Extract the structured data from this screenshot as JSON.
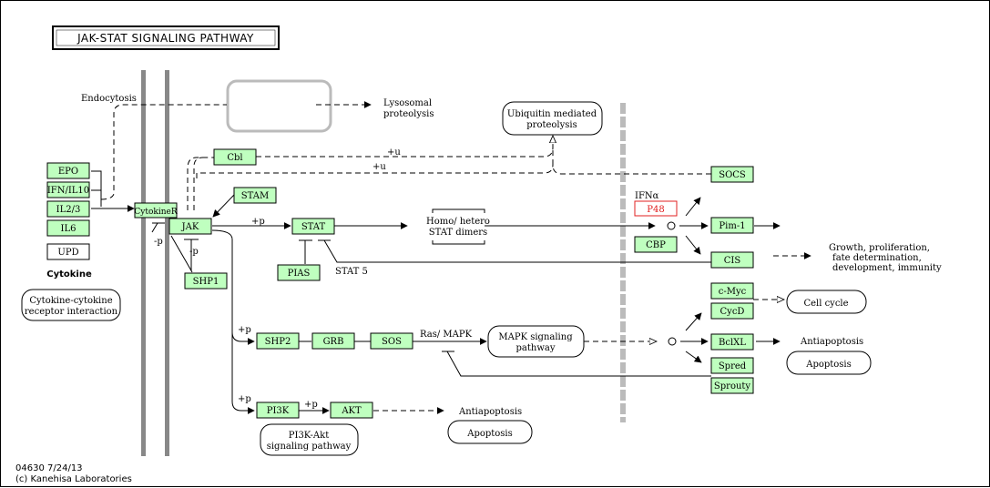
{
  "title": "JAK-STAT SIGNALING PATHWAY",
  "footer": {
    "id_date": "04630 7/24/13",
    "copyright": "(c) Kanehisa Laboratories"
  },
  "genes": {
    "epo": "EPO",
    "ifn_il10": "IFN/IL10",
    "il23": "IL2/3",
    "il6": "IL6",
    "upd": "UPD",
    "cytokine_r": "CytokineR",
    "jak": "JAK",
    "cbl": "Cbl",
    "stam": "STAM",
    "shp1": "SHP1",
    "stat": "STAT",
    "pias": "PIAS",
    "shp2": "SHP2",
    "grb": "GRB",
    "sos": "SOS",
    "pi3k": "PI3K",
    "akt": "AKT",
    "p48": "P48",
    "cbp": "CBP",
    "socs": "SOCS",
    "pim1": "Pim-1",
    "cis": "CIS",
    "cmyc": "c-Myc",
    "cycd": "CycD",
    "bclxl": "BclXL",
    "spred": "Spred",
    "sprouty": "Sprouty"
  },
  "labels": {
    "cytokine": "Cytokine",
    "endocytosis": "Endocytosis",
    "lysosomal_1": "Lysosomal",
    "lysosomal_2": "proteolysis",
    "plus_u_1": "+u",
    "plus_u_2": "+u",
    "p_jak": "+p",
    "minus_p_1": "-p",
    "minus_p_2": "-p",
    "homo_1": "Homo/ hetero",
    "homo_2": "STAT dimers",
    "stat5": "STAT 5",
    "ifna": "IFNα",
    "growth_1": "Growth, proliferation,",
    "growth_2": "fate determination,",
    "growth_3": "development, immunity",
    "ras_mapk": "Ras/ MAPK",
    "p_shp2": "+p",
    "p_pi3k": "+p",
    "p_akt": "+p",
    "antiapoptosis_1": "Antiapoptosis",
    "antiapoptosis_2": "Antiapoptosis"
  },
  "maps": {
    "cytokine_receptor_1": "Cytokine-cytokine",
    "cytokine_receptor_2": "receptor interaction",
    "ubiquitin_1": "Ubiquitin mediated",
    "ubiquitin_2": "proteolysis",
    "mapk_1": "MAPK signaling",
    "mapk_2": "pathway",
    "pi3k_akt_1": "PI3K-Akt",
    "pi3k_akt_2": "signaling pathway",
    "cell_cycle": "Cell cycle",
    "apoptosis_1": "Apoptosis",
    "apoptosis_2": "Apoptosis"
  },
  "colors": {
    "gene_fill": "#bfffbf",
    "highlight": "#e02020",
    "membrane": "#888888",
    "nucleus_membrane": "#bbbbbb"
  }
}
